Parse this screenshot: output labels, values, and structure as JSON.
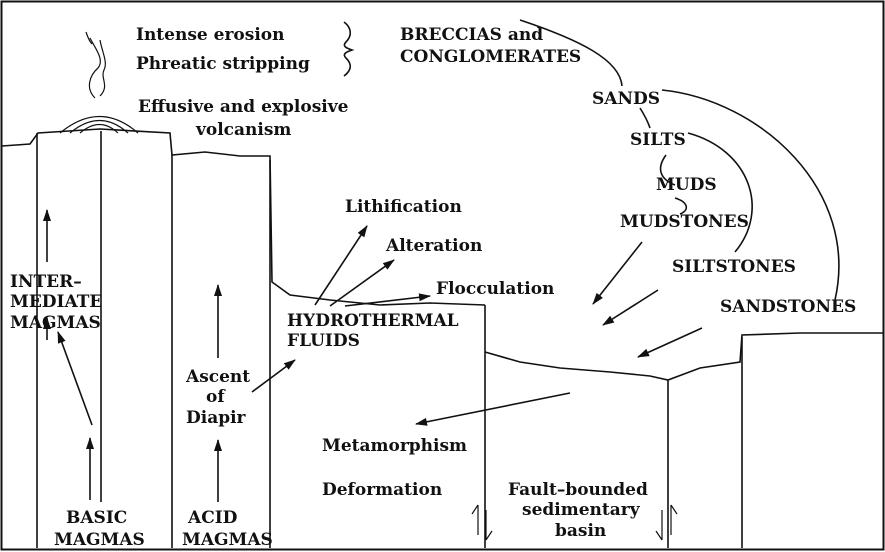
{
  "labels": {
    "intense_erosion": "Intense erosion",
    "phreatic_stripping": "Phreatic stripping",
    "effusive_1": "Effusive and explosive",
    "effusive_2": "volcanism",
    "breccias_1": "BRECCIAS and",
    "breccias_2": "CONGLOMERATES",
    "sands": "SANDS",
    "silts": "SILTS",
    "muds": "MUDS",
    "mudstones": "MUDSTONES",
    "siltstones": "SILTSTONES",
    "sandstones": "SANDSTONES",
    "lithification": "Lithification",
    "alteration": "Alteration",
    "flocculation": "Flocculation",
    "hydrothermal_1": "HYDROTHERMAL",
    "hydrothermal_2": "FLUIDS",
    "inter_1": "INTER–",
    "inter_2": "MEDIATE",
    "inter_3": "MAGMAS",
    "ascent_1": "Ascent",
    "ascent_2": "of",
    "ascent_3": "Diapir",
    "metamorphism": "Metamorphism",
    "deformation": "Deformation",
    "basin_1": "Fault–bounded",
    "basin_2": "sedimentary",
    "basin_3": "basin",
    "basic_1": "BASIC",
    "basic_2": "MAGMAS",
    "acid_1": "ACID",
    "acid_2": "MAGMAS"
  },
  "colors": {
    "ink": "#111111",
    "background": "#ffffff"
  }
}
